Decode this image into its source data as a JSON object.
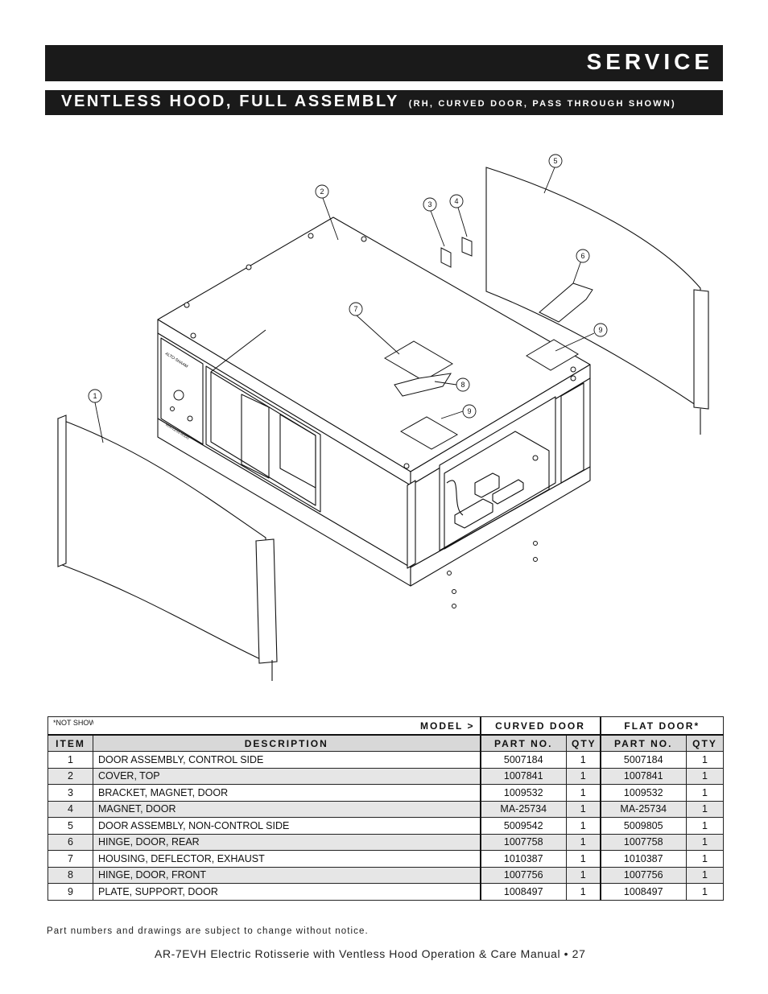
{
  "header": {
    "title": "SERVICE"
  },
  "section": {
    "title": "VENTLESS HOOD, FULL ASSEMBLY",
    "subtitle": "(RH, CURVED DOOR, PASS THROUGH SHOWN)"
  },
  "drawing": {
    "callouts": [
      "1",
      "2",
      "3",
      "4",
      "5",
      "6",
      "7",
      "8",
      "9",
      "9"
    ],
    "panel_text": {
      "brand": "ALTO-SHAAM",
      "label": "VENTLESS HOOD"
    }
  },
  "table": {
    "not_shown_note": "*NOT SHOWN",
    "model_label": "MODEL >",
    "groups": [
      "CURVED DOOR",
      "FLAT DOOR*"
    ],
    "columns": [
      "ITEM",
      "DESCRIPTION",
      "PART NO.",
      "QTY",
      "PART NO.",
      "QTY"
    ],
    "rows": [
      {
        "item": "1",
        "desc": "DOOR ASSEMBLY, CONTROL SIDE",
        "c_part": "5007184",
        "c_qty": "1",
        "f_part": "5007184",
        "f_qty": "1"
      },
      {
        "item": "2",
        "desc": "COVER, TOP",
        "c_part": "1007841",
        "c_qty": "1",
        "f_part": "1007841",
        "f_qty": "1"
      },
      {
        "item": "3",
        "desc": "BRACKET, MAGNET, DOOR",
        "c_part": "1009532",
        "c_qty": "1",
        "f_part": "1009532",
        "f_qty": "1"
      },
      {
        "item": "4",
        "desc": "MAGNET, DOOR",
        "c_part": "MA-25734",
        "c_qty": "1",
        "f_part": "MA-25734",
        "f_qty": "1"
      },
      {
        "item": "5",
        "desc": "DOOR ASSEMBLY, NON-CONTROL SIDE",
        "c_part": "5009542",
        "c_qty": "1",
        "f_part": "5009805",
        "f_qty": "1"
      },
      {
        "item": "6",
        "desc": "HINGE, DOOR, REAR",
        "c_part": "1007758",
        "c_qty": "1",
        "f_part": "1007758",
        "f_qty": "1"
      },
      {
        "item": "7",
        "desc": "HOUSING, DEFLECTOR, EXHAUST",
        "c_part": "1010387",
        "c_qty": "1",
        "f_part": "1010387",
        "f_qty": "1"
      },
      {
        "item": "8",
        "desc": "HINGE, DOOR, FRONT",
        "c_part": "1007756",
        "c_qty": "1",
        "f_part": "1007756",
        "f_qty": "1"
      },
      {
        "item": "9",
        "desc": "PLATE, SUPPORT, DOOR",
        "c_part": "1008497",
        "c_qty": "1",
        "f_part": "1008497",
        "f_qty": "1"
      }
    ]
  },
  "note": "Part numbers and drawings are subject to change without notice.",
  "footer": "AR-7EVH Electric Rotisserie with Ventless Hood Operation & Care Manual • 27"
}
